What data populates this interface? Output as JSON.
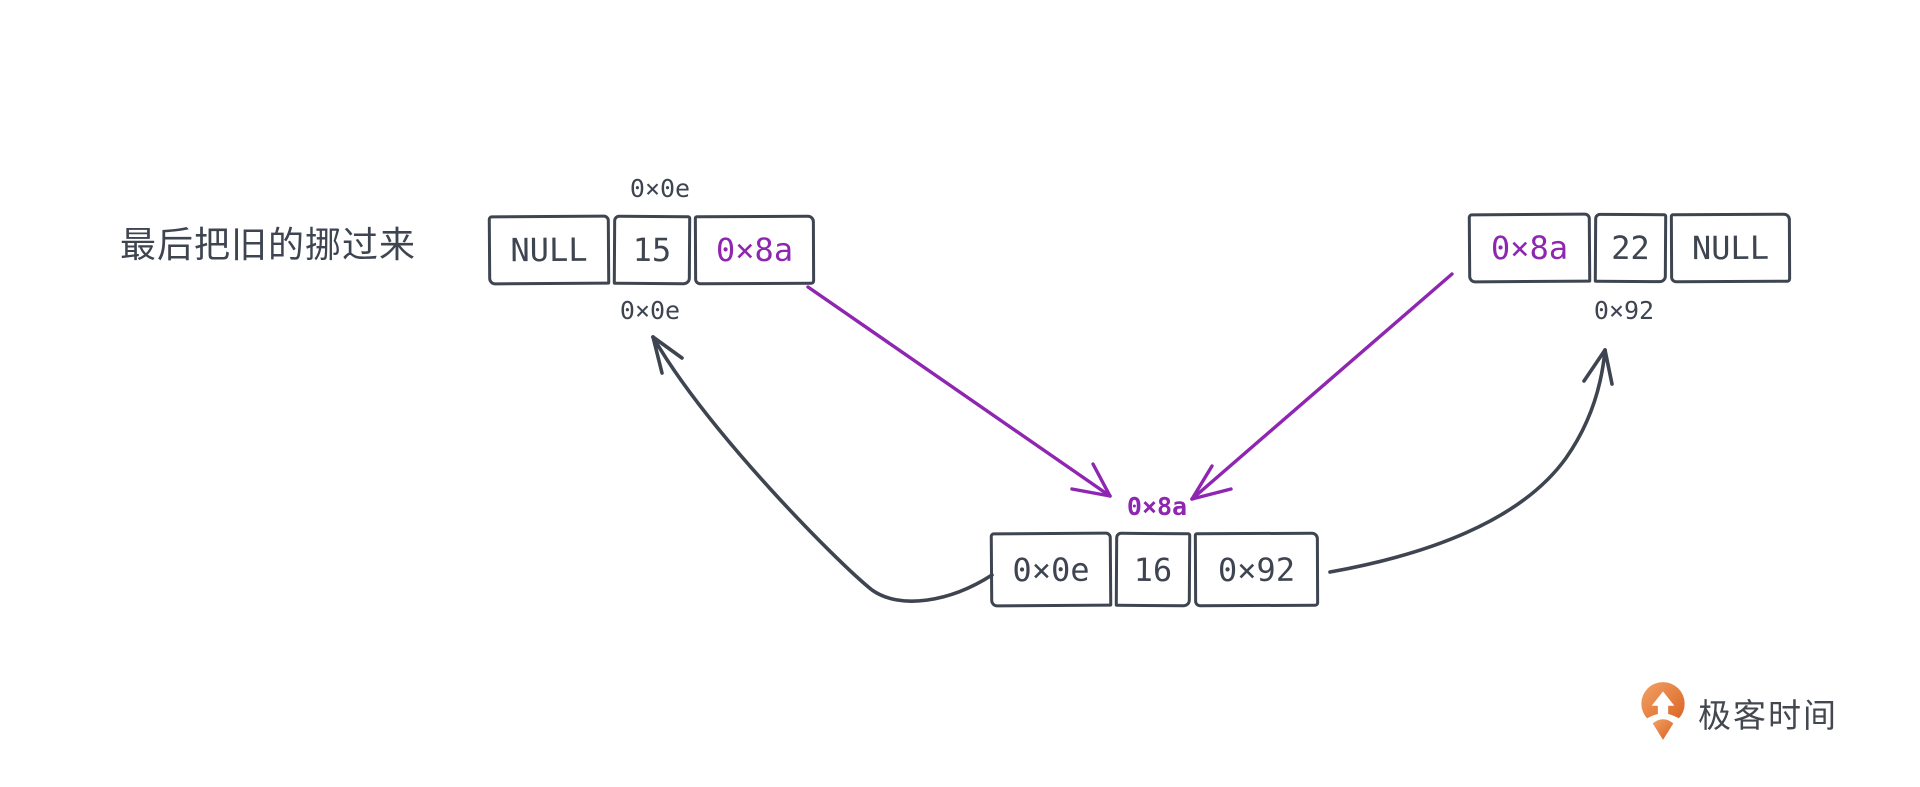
{
  "title": "最后把旧的挪过来",
  "palette": {
    "ink": "#3e4551",
    "accent": "#8e26b1",
    "background": "#ffffff",
    "logo-text": "#43484f",
    "logo-orange": "#e2702e"
  },
  "nodes": {
    "left": {
      "role": "old head node",
      "cells": [
        "NULL",
        "15",
        "0×8a"
      ],
      "label_above": "0×0e",
      "label_below": "0×0e"
    },
    "center": {
      "role": "new middle node",
      "cells": [
        "0×0e",
        "16",
        "0×92"
      ],
      "label_above": "0×8a"
    },
    "right": {
      "role": "old tail node",
      "cells": [
        "0×8a",
        "22",
        "NULL"
      ],
      "label_below": "0×92"
    }
  },
  "arrows": [
    {
      "from": "left node next pointer 0×8a",
      "to": "new node address label 0×8a",
      "color": "#8e26b1"
    },
    {
      "from": "right node prev pointer 0×8a",
      "to": "new node address label 0×8a",
      "color": "#8e26b1"
    },
    {
      "from": "new node prev pointer 0×0e",
      "to": "left node address label 0×0e",
      "color": "#3e4551"
    },
    {
      "from": "new node next pointer 0×92",
      "to": "right node address label 0×92",
      "color": "#3e4551"
    }
  ],
  "logo": {
    "text": "极客时间"
  }
}
